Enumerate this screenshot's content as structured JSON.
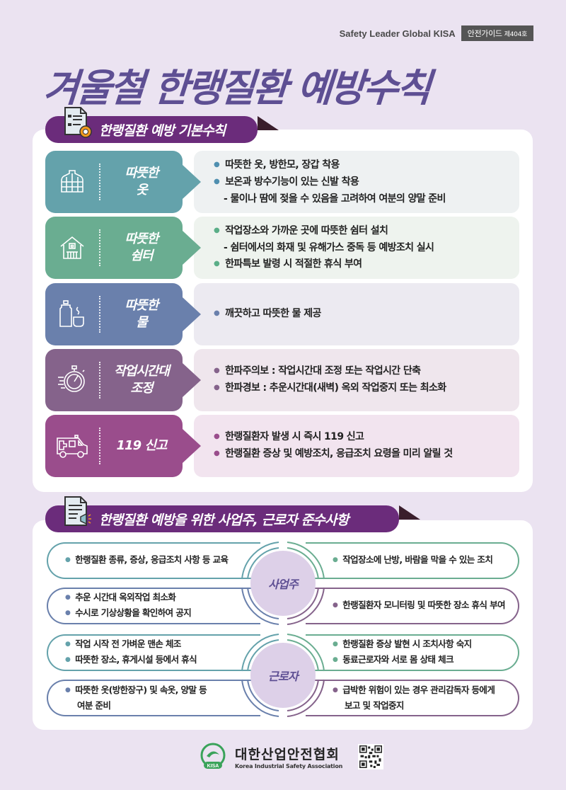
{
  "header": {
    "brand": "Safety Leader Global KISA",
    "badge_label": "안전가이드",
    "badge_issue": "제404호"
  },
  "title": "겨울철 한랭질환 예방수칙",
  "section1": {
    "heading": "한랭질환 예방 기본수칙",
    "rows": [
      {
        "icon": "padded-jacket-icon",
        "label_line1": "따뜻한",
        "label_line2": "옷",
        "color": "#64a2ab",
        "desc_bg": "#eef1f2",
        "bullet_color": "#4f8fb0",
        "items": [
          {
            "type": "bullet",
            "text": "따뜻한 옷, 방한모, 장갑 착용"
          },
          {
            "type": "bullet",
            "text": "보온과 방수기능이 있는 신발 착용"
          },
          {
            "type": "sub",
            "text": "- 물이나 땀에 젖을 수 있음을 고려하여 여분의 양말 준비"
          }
        ]
      },
      {
        "icon": "shelter-house-icon",
        "label_line1": "따뜻한",
        "label_line2": "쉼터",
        "color": "#6aad91",
        "desc_bg": "#eef3ee",
        "bullet_color": "#5aae87",
        "items": [
          {
            "type": "bullet",
            "text": "작업장소와 가까운 곳에 따뜻한 쉼터 설치"
          },
          {
            "type": "sub",
            "text": "-  쉼터에서의 화재 및 유해가스 중독 등 예방조치 실시"
          },
          {
            "type": "bullet",
            "text": "한파특보 발령 시 적절한 휴식 부여"
          }
        ]
      },
      {
        "icon": "thermos-cup-icon",
        "label_line1": "따뜻한",
        "label_line2": "물",
        "color": "#6a80ac",
        "desc_bg": "#eceaf1",
        "bullet_color": "#6a80ac",
        "items": [
          {
            "type": "bullet",
            "text": "깨끗하고 따뜻한 물 제공"
          }
        ]
      },
      {
        "icon": "stopwatch-icon",
        "label_line1": "작업시간대",
        "label_line2": "조정",
        "color": "#85638b",
        "desc_bg": "#efe6ed",
        "bullet_color": "#85638b",
        "items": [
          {
            "type": "bullet",
            "text": "한파주의보 : 작업시간대 조정 또는 작업시간 단축"
          },
          {
            "type": "bullet",
            "text": "한파경보 : 추운시간대(새벽) 옥외 작업중지 또는 최소화"
          }
        ]
      },
      {
        "icon": "ambulance-icon",
        "label_line1": "119 신고",
        "label_line2": "",
        "color": "#9a4d8c",
        "desc_bg": "#f2e4ef",
        "bullet_color": "#9a4d8c",
        "items": [
          {
            "type": "bullet",
            "text": "한랭질환자 발생 시 즉시 119 신고"
          },
          {
            "type": "bullet",
            "text": "한랭질환 증상 및 예방조치, 응급조치 요령을 미리 알릴 것"
          }
        ]
      }
    ]
  },
  "section2": {
    "heading": "한랭질환 예방을 위한 사업주, 근로자 준수사항",
    "groups": [
      {
        "hub": "사업주",
        "top_left": {
          "color": "#64a2ab",
          "lines": [
            {
              "b": true,
              "t": "한랭질환 종류, 증상, 응급조치 사항 등 교육"
            }
          ]
        },
        "top_right": {
          "color": "#6aad91",
          "lines": [
            {
              "b": true,
              "t": "작업장소에 난방, 바람을 막을 수 있는 조치"
            }
          ]
        },
        "bottom_left": {
          "color": "#6a80ac",
          "lines": [
            {
              "b": true,
              "t": "추운 시간대 옥외작업 최소화"
            },
            {
              "b": true,
              "t": "수시로 기상상황을 확인하여 공지"
            }
          ]
        },
        "bottom_right": {
          "color": "#85638b",
          "lines": [
            {
              "b": true,
              "t": "한랭질환자 모니터링 및 따뜻한 장소 휴식 부여"
            }
          ]
        }
      },
      {
        "hub": "근로자",
        "top_left": {
          "color": "#64a2ab",
          "lines": [
            {
              "b": true,
              "t": "작업 시작 전 가벼운 맨손 체조"
            },
            {
              "b": true,
              "t": "따뜻한 장소, 휴게시설 등에서 휴식"
            }
          ]
        },
        "top_right": {
          "color": "#6aad91",
          "lines": [
            {
              "b": true,
              "t": "한랭질환 증상 발현 시 조치사항 숙지"
            },
            {
              "b": true,
              "t": "동료근로자와 서로 몸 상태 체크"
            }
          ]
        },
        "bottom_left": {
          "color": "#6a80ac",
          "lines": [
            {
              "b": true,
              "t": "따뜻한 옷(방한장구) 및 속옷, 양말 등"
            },
            {
              "b": false,
              "t": "여분 준비"
            }
          ]
        },
        "bottom_right": {
          "color": "#85638b",
          "lines": [
            {
              "b": true,
              "t": "급박한 위험이 있는 경우 관리감독자 등에게"
            },
            {
              "b": false,
              "t": "보고 및 작업중지"
            }
          ]
        }
      }
    ]
  },
  "footer": {
    "org_name": "대한산업안전협회",
    "org_name_en": "Korea Industrial Safety Association",
    "logo_text": "KISA",
    "qr": "qr-code"
  },
  "colors": {
    "background": "#ebe3f1",
    "title": "#5e4f93",
    "section_header": "#6b2c7b",
    "hub_fill": "#ddd0e8"
  }
}
